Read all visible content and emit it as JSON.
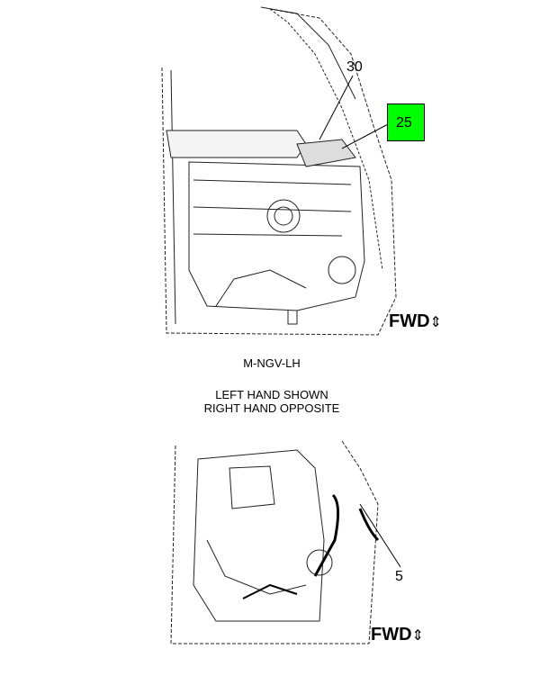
{
  "top_view": {
    "callouts": [
      "30",
      "25"
    ],
    "highlighted_callout": "25",
    "highlight_color": "#00ff00",
    "fwd_label": "FWD"
  },
  "caption": {
    "model": "M-NGV-LH",
    "line1": "LEFT HAND SHOWN",
    "line2": "RIGHT HAND OPPOSITE"
  },
  "bottom_view": {
    "callouts": [
      "5"
    ],
    "fwd_label": "FWD"
  }
}
